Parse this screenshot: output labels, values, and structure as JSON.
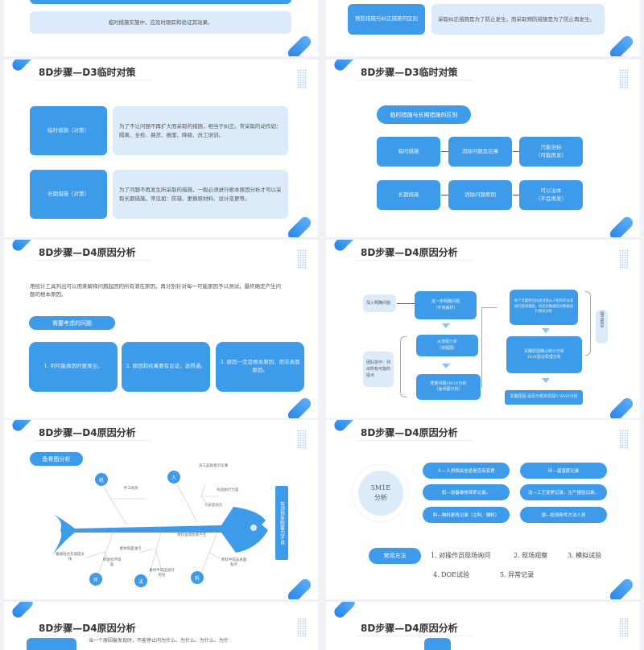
{
  "slides": [
    {
      "note": "临时措施实施中，应及时跟踪和验证其效果。"
    },
    {
      "label": "预防措施与纠正措施的区别",
      "desc": "采取纠正措施是为了防止发生，而采取预防措施是为了防止再发生。"
    },
    {
      "title": "8D步骤—D3临时对策",
      "rows": [
        {
          "label": "临时措施（对策）",
          "desc": "为了不让问题不再扩大而采取的措施，相当于纠正。常采取的动作如：隔离、全检、换货、报废、降级、员工培训。"
        },
        {
          "label": "长期措施（对策）",
          "desc": "为了问题不再发生所采取的措施，一般必须进行根本原因分析才可以采取长期措施。常见如：防错、更换原材料、设计变更等。"
        }
      ]
    },
    {
      "title": "8D步骤—D3临时对策",
      "header": "临时措施与长期措施的区别",
      "rows": [
        [
          "临时措施",
          "消除问题及后果",
          "只能治标\n（可能再发）"
        ],
        [
          "长期措施",
          "消除问题原因",
          "可以治本\n（不会再发）"
        ]
      ]
    },
    {
      "title": "8D步骤—D4原因分析",
      "intro": "用统计工具列出可以用来解释问题起因的所有潜在原因，再分别针对每一可能原因予以测试，最终确定产生问题的根本原因。",
      "pill": "需要考虑的问题",
      "items": [
        "1. 列可能原因时要周全。",
        "2. 原因和结果要有论证，说得通。",
        "3. 原因一定是根本原因，而非表面原因。"
      ]
    },
    {
      "title": "8D步骤—D4原因分析",
      "side1": "深入明确问题",
      "side2": "团队协作：列出所有可能的疑点",
      "left": [
        "进一步明确问题\n（不良解析）",
        "从流程分析\n（流程图）",
        "质量问题5M1E分析\n（鱼骨图分析）"
      ],
      "right": [
        "各个可疑原因排查对策从人机料环法测进行逐项测验，有历史数据的对数据进行相关分析",
        "关键原因确认统计分析\nDOE验证机理分析",
        "关键原因-是否为根本原因5-WHY分析"
      ],
      "verify": "疑点验证"
    },
    {
      "title": "8D步骤—D4原因分析",
      "pill": "鱼骨图分析",
      "head": "车顶饰条附着力不良",
      "cats": [
        "机",
        "人",
        "环",
        "法",
        "料"
      ],
      "causes": [
        "员工品质意识淡薄",
        "手工喷涂",
        "标准执行力差",
        "人员变动大",
        "输送链台车速度太快",
        "喷涂房环境差",
        "素材表面油污",
        "素材半成品进行检验",
        "材料油漆性能不佳",
        "原料半成品表面粘点"
      ]
    },
    {
      "title": "8D步骤—D4原因分析",
      "center": "5M1E\n分析",
      "items": [
        "人—人员相关信息是否有变更",
        "环—温湿度记录",
        "机—设备维修保养记录。",
        "法—工艺变更记录，生产报验记录。",
        "料—物料更改记录（主料、辅料）",
        "测—检测条件方法人员"
      ],
      "pill": "常用方法",
      "methods": [
        "1. 对操作员现场询问",
        "2. 现场观察",
        "3. 模拟试验",
        "4. DOE试验",
        "5. 异常记录"
      ]
    },
    {
      "title": "8D步骤—D4原因分析",
      "desc": "当一个原因被发现时，不能停止问为什么、为什么、为什么、为什"
    },
    {
      "title": "8D步骤—D4原因分析"
    }
  ]
}
